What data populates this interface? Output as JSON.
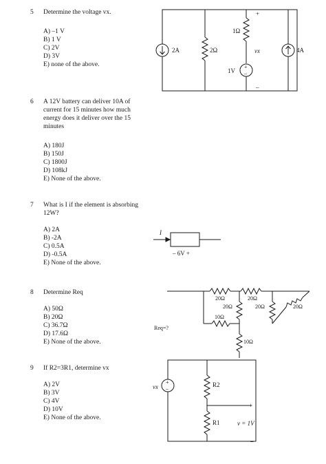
{
  "questions": [
    {
      "number": "5",
      "text": "Determine the voltage vx.",
      "options": [
        "A) –1 V",
        "B) 1 V",
        "C) 2V",
        "D) 3V",
        "E) none of the above."
      ]
    },
    {
      "number": "6",
      "text": "A 12V battery can deliver 10A of current for 15 minutes how much energy does it deliver over the 15 minutes",
      "options": [
        "A) 180J",
        "B) 150J",
        "C) 1800J",
        "D) 108kJ",
        "E) None of the above."
      ]
    },
    {
      "number": "7",
      "text": "What is I if the element is absorbing 12W?",
      "options": [
        "A) 2A",
        "B) -2A",
        "C) 0.5A",
        "D) -0.5A",
        "E) None of the above."
      ]
    },
    {
      "number": "8",
      "text": "Determine Req",
      "options": [
        "A) 50Ω",
        "B) 20Ω",
        "C) 36.7Ω",
        "D) 17.6Ω",
        "E) None of the above."
      ]
    },
    {
      "number": "9",
      "text": "If R2=3R1, determine vx",
      "options": [
        "A) 2V",
        "B) 3V",
        "C) 4V",
        "D) 10V",
        "E) None of the above."
      ]
    }
  ],
  "circuit5": {
    "src_left": "2A",
    "r_left": "2Ω",
    "r_top": "1Ω",
    "src_voltage": "1V",
    "vx_label": "vx",
    "plus": "+",
    "minus": "–",
    "src_right": "4A"
  },
  "circuit7": {
    "current": "I",
    "voltage": "–  6V  +"
  },
  "circuit8": {
    "req": "Req=?",
    "r1": "20Ω",
    "r2": "20Ω",
    "r3": "20Ω",
    "r4": "20Ω",
    "r5": "20Ω",
    "r6": "10Ω",
    "r7": "10Ω"
  },
  "circuit9": {
    "vx": "vx",
    "r2": "R2",
    "r1": "R1",
    "v": "v = 1V",
    "plus": "+",
    "minus": "–"
  }
}
